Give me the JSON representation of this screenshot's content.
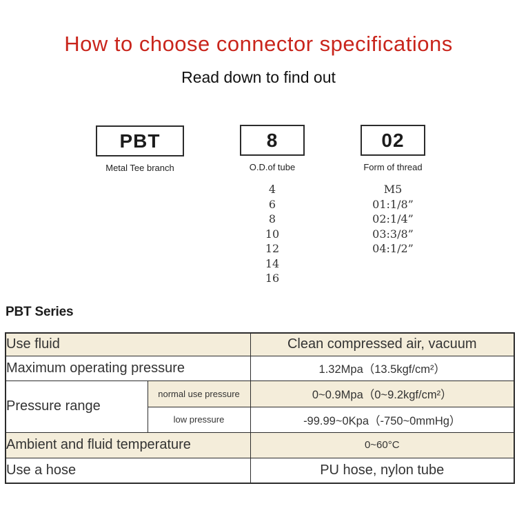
{
  "header": {
    "title": "How to choose connector specifications",
    "subtitle": "Read down to find out"
  },
  "diagram": {
    "columns": [
      {
        "code": "PBT",
        "label": "Metal Tee branch",
        "options": []
      },
      {
        "code": "8",
        "label": "O.D.of tube",
        "options": [
          "4",
          "6",
          "8",
          "10",
          "12",
          "14",
          "16"
        ]
      },
      {
        "code": "02",
        "label": "Form of thread",
        "options": [
          "M5",
          "01:1/8”",
          "02:1/4”",
          "03:3/8”",
          "04:1/2”"
        ]
      }
    ]
  },
  "series": {
    "heading": "PBT Series"
  },
  "table": {
    "rows": [
      {
        "label": "Use fluid",
        "value": "Clean compressed air, vacuum"
      },
      {
        "label": "Maximum operating pressure",
        "value": "1.32Mpa（13.5kgf/cm²）"
      },
      {
        "label": "Pressure range",
        "sub": "normal use pressure",
        "value": "0~0.9Mpa（0~9.2kgf/cm²）"
      },
      {
        "sub": "low pressure",
        "value": "-99.99~0Kpa（-750~0mmHg）"
      },
      {
        "label": "Ambient and fluid temperature",
        "value": "0~60°C"
      },
      {
        "label": "Use a hose",
        "value": "PU hose, nylon tube"
      }
    ]
  },
  "colors": {
    "title_red": "#c9251c",
    "row_beige": "#f4edda",
    "border": "#2b2b2b",
    "text_dark": "#333333"
  }
}
